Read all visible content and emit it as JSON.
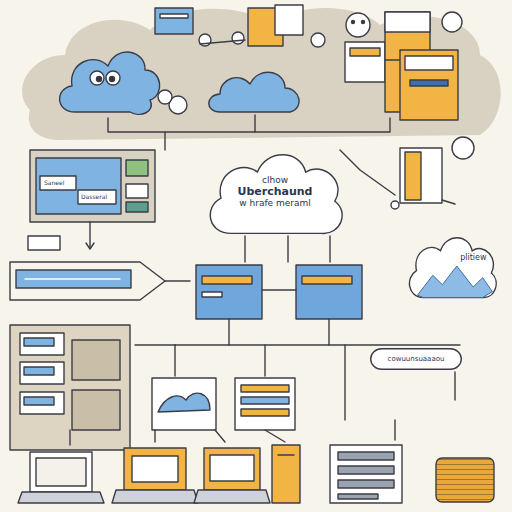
{
  "diagram": {
    "nodes": [
      {
        "text": [
          "clhow",
          "Uberchaund",
          "w hrafe meraml"
        ]
      },
      {
        "text": [
          "plitiew"
        ]
      },
      {
        "text": [
          "cowuunsuaaaou"
        ]
      }
    ],
    "labels": [
      "Saneel",
      "Dasseral"
    ]
  }
}
